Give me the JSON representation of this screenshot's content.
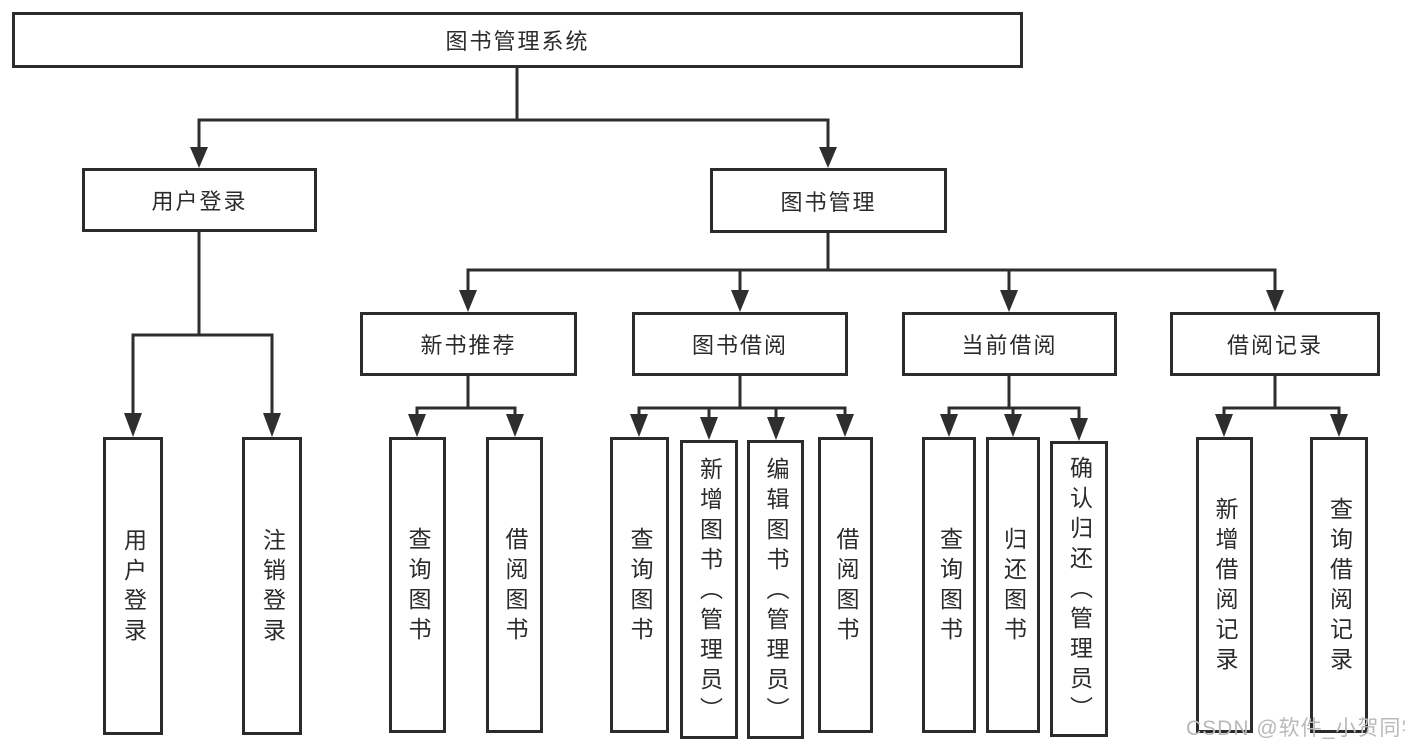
{
  "diagram": {
    "title": "图书管理系统",
    "root": {
      "label": "图书管理系统"
    },
    "level2": [
      {
        "label": "用户登录"
      },
      {
        "label": "图书管理"
      }
    ],
    "level3": [
      {
        "label": "新书推荐"
      },
      {
        "label": "图书借阅"
      },
      {
        "label": "当前借阅"
      },
      {
        "label": "借阅记录"
      }
    ],
    "leaves": [
      {
        "label": "用户登录",
        "parent": "用户登录"
      },
      {
        "label": "注销登录",
        "parent": "用户登录"
      },
      {
        "label": "查询图书",
        "parent": "新书推荐"
      },
      {
        "label": "借阅图书",
        "parent": "新书推荐"
      },
      {
        "label": "查询图书",
        "parent": "图书借阅"
      },
      {
        "label": "新增图书（管理员）",
        "parent": "图书借阅"
      },
      {
        "label": "编辑图书（管理员）",
        "parent": "图书借阅"
      },
      {
        "label": "借阅图书",
        "parent": "图书借阅"
      },
      {
        "label": "查询图书",
        "parent": "当前借阅"
      },
      {
        "label": "归还图书",
        "parent": "当前借阅"
      },
      {
        "label": "确认归还（管理员）",
        "parent": "当前借阅"
      },
      {
        "label": "新增借阅记录",
        "parent": "借阅记录"
      },
      {
        "label": "查询借阅记录",
        "parent": "借阅记录"
      }
    ]
  },
  "watermark": "CSDN @软件_小贺同学",
  "colors": {
    "line": "#2e2e2e",
    "border": "#2b2b2b",
    "text": "#2b2b2b",
    "watermark": "#b9b9b9",
    "background": "#ffffff"
  }
}
